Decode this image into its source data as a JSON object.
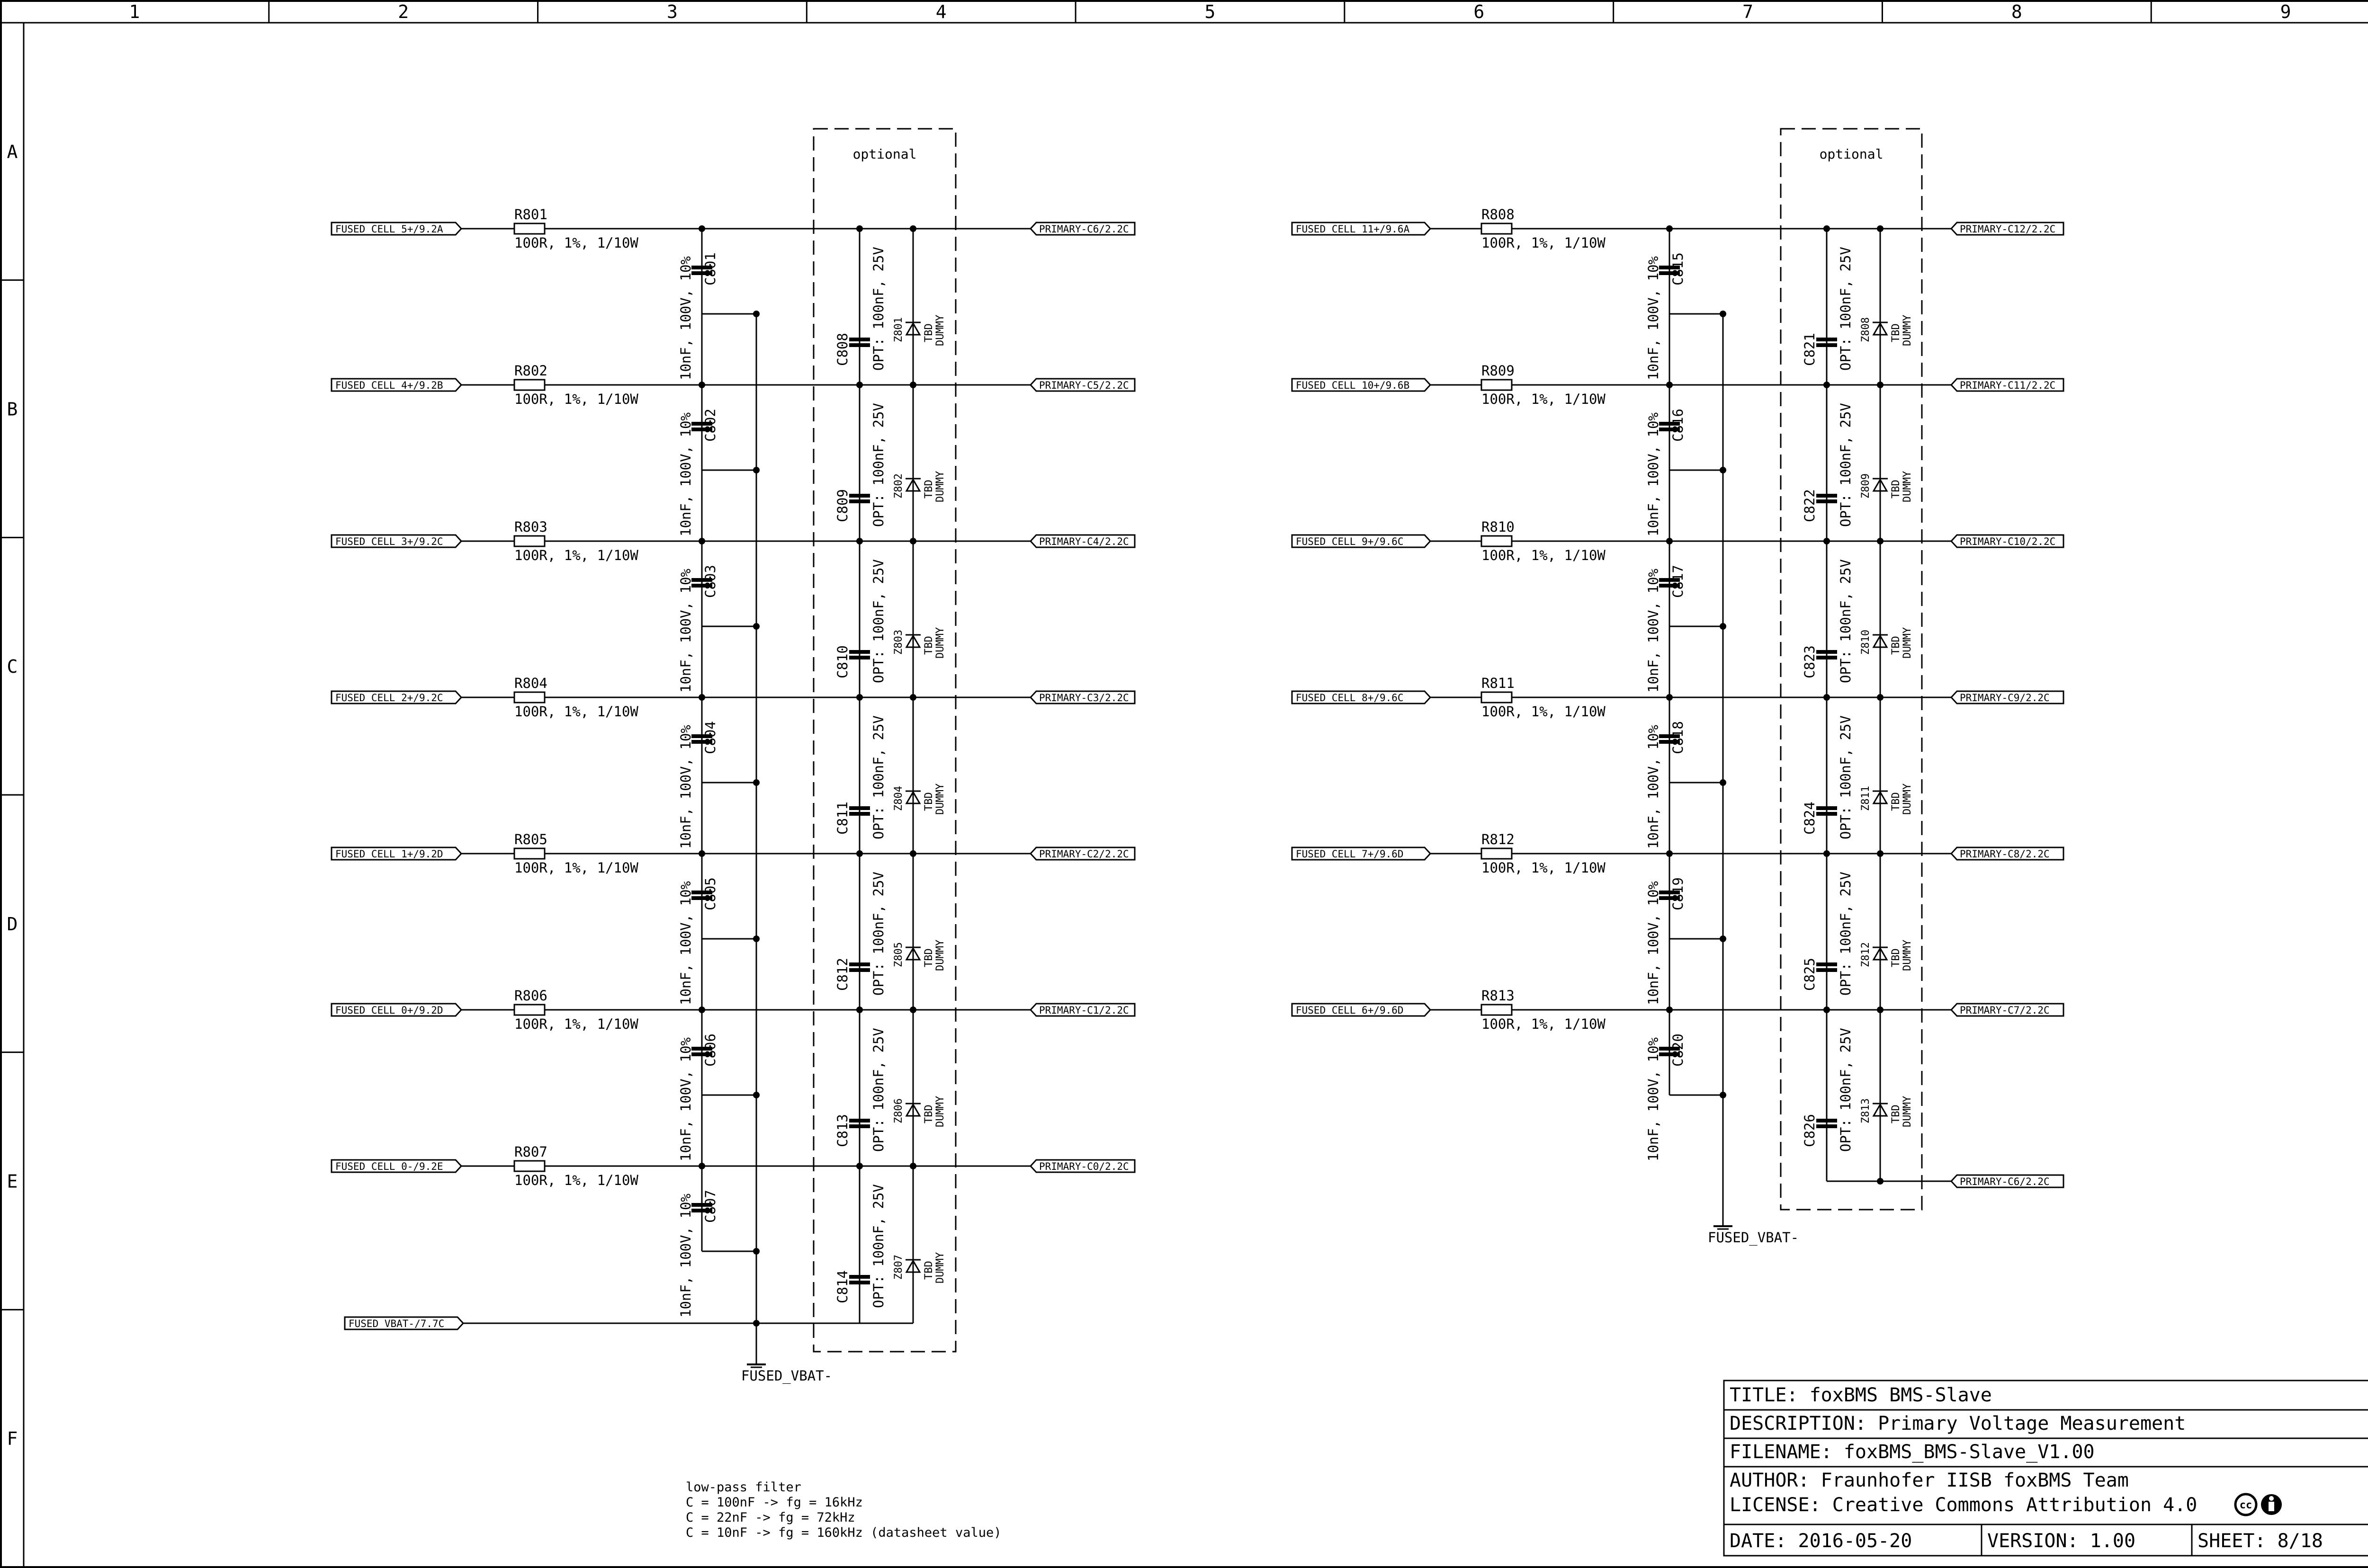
{
  "frame": {
    "columns": [
      "1",
      "2",
      "3",
      "4",
      "5",
      "6",
      "7",
      "8",
      "9"
    ],
    "rows": [
      "A",
      "B",
      "C",
      "D",
      "E",
      "F"
    ]
  },
  "left_block": {
    "optional_label": "optional",
    "ground_label": "FUSED_VBAT-",
    "bottom_port": "FUSED_VBAT-/7.7C",
    "channels": [
      {
        "in_port": "FUSED_CELL_5+/9.2A",
        "resistor": "R801",
        "r_value": "100R, 1%, 1/10W",
        "cap": "C801",
        "cap_value": "10nF, 100V, 10%",
        "opt_cap": "C808",
        "opt_value": "OPT: 100nF, 25V",
        "zener": "Z801",
        "zener_value": "TBD",
        "zener_note": "DUMMY",
        "out_port": "PRIMARY-C6/2.2C"
      },
      {
        "in_port": "FUSED_CELL_4+/9.2B",
        "resistor": "R802",
        "r_value": "100R, 1%, 1/10W",
        "cap": "C802",
        "cap_value": "10nF, 100V, 10%",
        "opt_cap": "C809",
        "opt_value": "OPT: 100nF, 25V",
        "zener": "Z802",
        "zener_value": "TBD",
        "zener_note": "DUMMY",
        "out_port": "PRIMARY-C5/2.2C"
      },
      {
        "in_port": "FUSED_CELL_3+/9.2C",
        "resistor": "R803",
        "r_value": "100R, 1%, 1/10W",
        "cap": "C803",
        "cap_value": "10nF, 100V, 10%",
        "opt_cap": "C810",
        "opt_value": "OPT: 100nF, 25V",
        "zener": "Z803",
        "zener_value": "TBD",
        "zener_note": "DUMMY",
        "out_port": "PRIMARY-C4/2.2C"
      },
      {
        "in_port": "FUSED_CELL_2+/9.2C",
        "resistor": "R804",
        "r_value": "100R, 1%, 1/10W",
        "cap": "C804",
        "cap_value": "10nF, 100V, 10%",
        "opt_cap": "C811",
        "opt_value": "OPT: 100nF, 25V",
        "zener": "Z804",
        "zener_value": "TBD",
        "zener_note": "DUMMY",
        "out_port": "PRIMARY-C3/2.2C"
      },
      {
        "in_port": "FUSED_CELL_1+/9.2D",
        "resistor": "R805",
        "r_value": "100R, 1%, 1/10W",
        "cap": "C805",
        "cap_value": "10nF, 100V, 10%",
        "opt_cap": "C812",
        "opt_value": "OPT: 100nF, 25V",
        "zener": "Z805",
        "zener_value": "TBD",
        "zener_note": "DUMMY",
        "out_port": "PRIMARY-C2/2.2C"
      },
      {
        "in_port": "FUSED_CELL_0+/9.2D",
        "resistor": "R806",
        "r_value": "100R, 1%, 1/10W",
        "cap": "C806",
        "cap_value": "10nF, 100V, 10%",
        "opt_cap": "C813",
        "opt_value": "OPT: 100nF, 25V",
        "zener": "Z806",
        "zener_value": "TBD",
        "zener_note": "DUMMY",
        "out_port": "PRIMARY-C1/2.2C"
      },
      {
        "in_port": "FUSED_CELL_0-/9.2E",
        "resistor": "R807",
        "r_value": "100R, 1%, 1/10W",
        "cap": "C807",
        "cap_value": "10nF, 100V, 10%",
        "opt_cap": "C814",
        "opt_value": "OPT: 100nF, 25V",
        "zener": "Z807",
        "zener_value": "TBD",
        "zener_note": "DUMMY",
        "out_port": "PRIMARY-C0/2.2C"
      }
    ]
  },
  "right_block": {
    "optional_label": "optional",
    "ground_label": "FUSED_VBAT-",
    "bottom_port": "PRIMARY-C6/2.2C",
    "channels": [
      {
        "in_port": "FUSED_CELL_11+/9.6A",
        "resistor": "R808",
        "r_value": "100R, 1%, 1/10W",
        "cap": "C815",
        "cap_value": "10nF, 100V, 10%",
        "opt_cap": "C821",
        "opt_value": "OPT: 100nF, 25V",
        "zener": "Z808",
        "zener_value": "TBD",
        "zener_note": "DUMMY",
        "out_port": "PRIMARY-C12/2.2C"
      },
      {
        "in_port": "FUSED_CELL_10+/9.6B",
        "resistor": "R809",
        "r_value": "100R, 1%, 1/10W",
        "cap": "C816",
        "cap_value": "10nF, 100V, 10%",
        "opt_cap": "C822",
        "opt_value": "OPT: 100nF, 25V",
        "zener": "Z809",
        "zener_value": "TBD",
        "zener_note": "DUMMY",
        "out_port": "PRIMARY-C11/2.2C"
      },
      {
        "in_port": "FUSED_CELL_9+/9.6C",
        "resistor": "R810",
        "r_value": "100R, 1%, 1/10W",
        "cap": "C817",
        "cap_value": "10nF, 100V, 10%",
        "opt_cap": "C823",
        "opt_value": "OPT: 100nF, 25V",
        "zener": "Z810",
        "zener_value": "TBD",
        "zener_note": "DUMMY",
        "out_port": "PRIMARY-C10/2.2C"
      },
      {
        "in_port": "FUSED_CELL_8+/9.6C",
        "resistor": "R811",
        "r_value": "100R, 1%, 1/10W",
        "cap": "C818",
        "cap_value": "10nF, 100V, 10%",
        "opt_cap": "C824",
        "opt_value": "OPT: 100nF, 25V",
        "zener": "Z811",
        "zener_value": "TBD",
        "zener_note": "DUMMY",
        "out_port": "PRIMARY-C9/2.2C"
      },
      {
        "in_port": "FUSED_CELL_7+/9.6D",
        "resistor": "R812",
        "r_value": "100R, 1%, 1/10W",
        "cap": "C819",
        "cap_value": "10nF, 100V, 10%",
        "opt_cap": "C825",
        "opt_value": "OPT: 100nF, 25V",
        "zener": "Z812",
        "zener_value": "TBD",
        "zener_note": "DUMMY",
        "out_port": "PRIMARY-C8/2.2C"
      },
      {
        "in_port": "FUSED_CELL_6+/9.6D",
        "resistor": "R813",
        "r_value": "100R, 1%, 1/10W",
        "cap": "C820",
        "cap_value": "10nF, 100V, 10%",
        "opt_cap": "C826",
        "opt_value": "OPT: 100nF, 25V",
        "zener": "Z813",
        "zener_value": "TBD",
        "zener_note": "DUMMY",
        "out_port": "PRIMARY-C7/2.2C"
      }
    ]
  },
  "notes": {
    "lines": [
      "low-pass filter",
      "C = 100nF -> fg = 16kHz",
      "C = 22nF -> fg = 72kHz",
      "C = 10nF -> fg = 160kHz (datasheet value)"
    ]
  },
  "title_block": {
    "title": "TITLE: foxBMS BMS-Slave",
    "description": "DESCRIPTION: Primary Voltage Measurement",
    "filename": "FILENAME: foxBMS_BMS-Slave_V1.00",
    "author": "AUTHOR: Fraunhofer IISB foxBMS Team",
    "license": "LICENSE: Creative Commons Attribution 4.0",
    "date": "DATE: 2016-05-20",
    "version": "VERSION: 1.00",
    "sheet": "SHEET: 8/18",
    "cc_logo_text": "cc"
  }
}
